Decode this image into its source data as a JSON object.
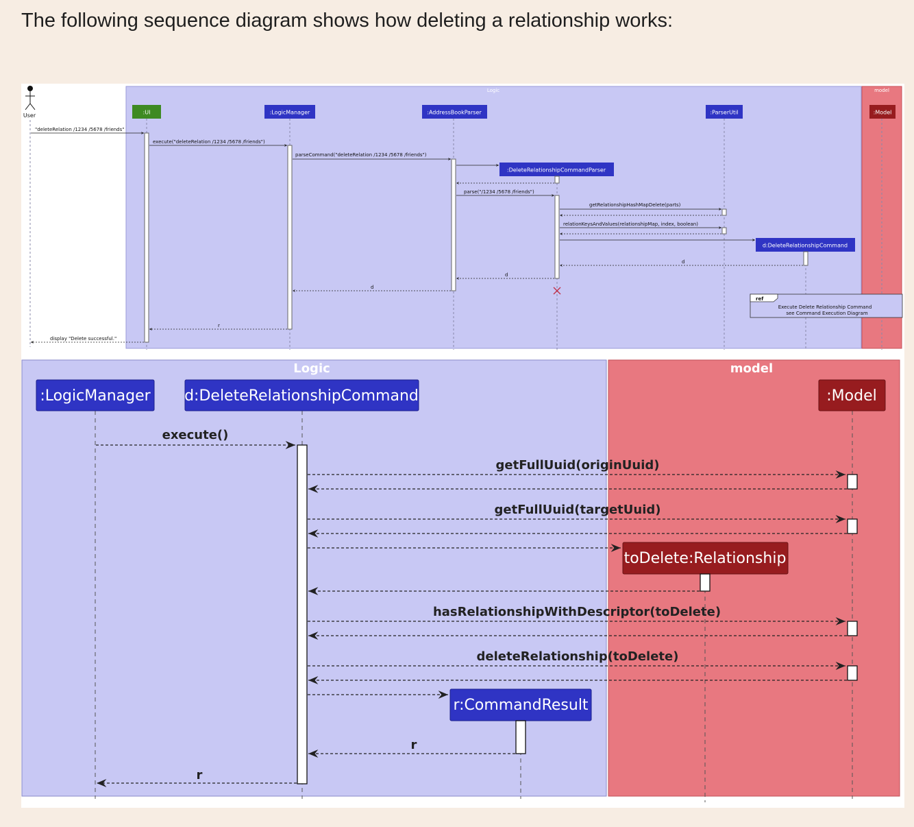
{
  "heading": "The following sequence diagram shows how deleting a relationship works:",
  "colors": {
    "page_bg": "#f7ede3",
    "logic_box": "#c8c8f4",
    "model_box": "#e87880",
    "participant_blue": "#2f34c4",
    "participant_red": "#971c1f",
    "participant_green": "#3e8a22"
  },
  "diagram1": {
    "actor": "User",
    "boxes": {
      "logic": "Logic",
      "model": "model"
    },
    "participants": {
      "ui": ":UI",
      "logic_manager": ":LogicManager",
      "parser": ":AddressBookParser",
      "drcp": ":DeleteRelationshipCommandParser",
      "parser_util": ":ParserUtil",
      "drc": "d:DeleteRelationshipCommand",
      "model": ":Model"
    },
    "messages": {
      "m1": "\"deleteRelation /1234 /5678 /friends\"",
      "m2": "execute(\"deleteRelation /1234 /5678 /friends\")",
      "m3": "parseCommand(\"deleteRelation /1234 /5678 /friends\")",
      "m4": "parse(\"/1234 /5678 /friends\")",
      "m5": "getRelationshipHashMapDelete(parts)",
      "m6": "relationKeysAndValues(relationshipMap, index, boolean)",
      "r1": "d",
      "r2": "d",
      "r3": "d",
      "r4": "r",
      "r5": "display \"Delete successful.\""
    },
    "ref": {
      "tag": "ref",
      "line1": "Execute Delete Relationship Command",
      "line2": "see Command Execution Diagram"
    }
  },
  "diagram2": {
    "boxes": {
      "logic": "Logic",
      "model": "model"
    },
    "participants": {
      "logic_manager": ":LogicManager",
      "drc": "d:DeleteRelationshipCommand",
      "model": ":Model",
      "to_delete": "toDelete:Relationship",
      "command_result": "r:CommandResult"
    },
    "messages": {
      "execute": "execute()",
      "get_origin": "getFullUuid(originUuid)",
      "get_target": "getFullUuid(targetUuid)",
      "has_rel": "hasRelationshipWithDescriptor(toDelete)",
      "delete_rel": "deleteRelationship(toDelete)",
      "return_r1": "r",
      "return_r2": "r"
    }
  }
}
